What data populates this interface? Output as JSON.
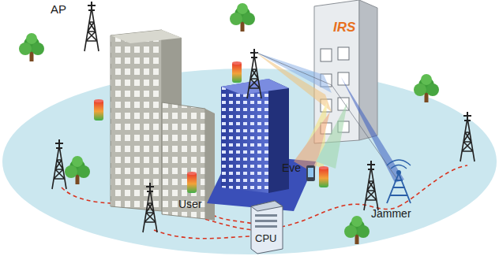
{
  "diagram": {
    "labels": [
      "AP",
      "IRS",
      "User",
      "Eve",
      "Jammer",
      "CPU"
    ]
  }
}
